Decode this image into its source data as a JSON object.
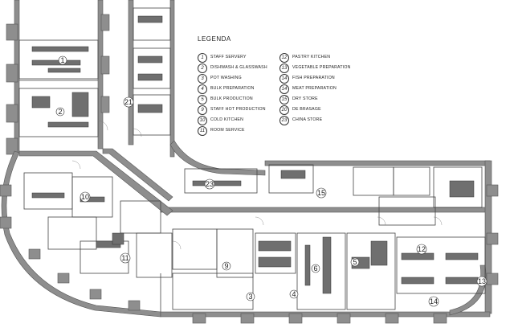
{
  "legend": {
    "title": "LEGENDA",
    "items": [
      {
        "num": "1",
        "label": "STAFF SERVERY"
      },
      {
        "num": "2",
        "label": "DISHWASH & GLASSWASH"
      },
      {
        "num": "3",
        "label": "POT WASHING"
      },
      {
        "num": "4",
        "label": "BULK PREPARATION"
      },
      {
        "num": "5",
        "label": "BULK PRODUCTION"
      },
      {
        "num": "9",
        "label": "STAFF HOT PRODUCTION"
      },
      {
        "num": "10",
        "label": "COLD KITCHEN"
      },
      {
        "num": "11",
        "label": "ROOM SERVICE"
      },
      {
        "num": "12",
        "label": "PASTRY KITCHEN"
      },
      {
        "num": "13",
        "label": "VEGETABLE PREPARATION"
      },
      {
        "num": "14",
        "label": "FISH PREPARATION"
      },
      {
        "num": "14",
        "label": "MEAT PREPARATION"
      },
      {
        "num": "15",
        "label": "DRY STORE"
      },
      {
        "num": "20",
        "label": "DE BRASAGE"
      },
      {
        "num": "23",
        "label": "CHINA STORE"
      }
    ]
  },
  "plan_labels": [
    "1",
    "2",
    "21",
    "23",
    "15",
    "10",
    "11",
    "9",
    "3",
    "4",
    "6",
    "5",
    "12",
    "13",
    "14"
  ]
}
